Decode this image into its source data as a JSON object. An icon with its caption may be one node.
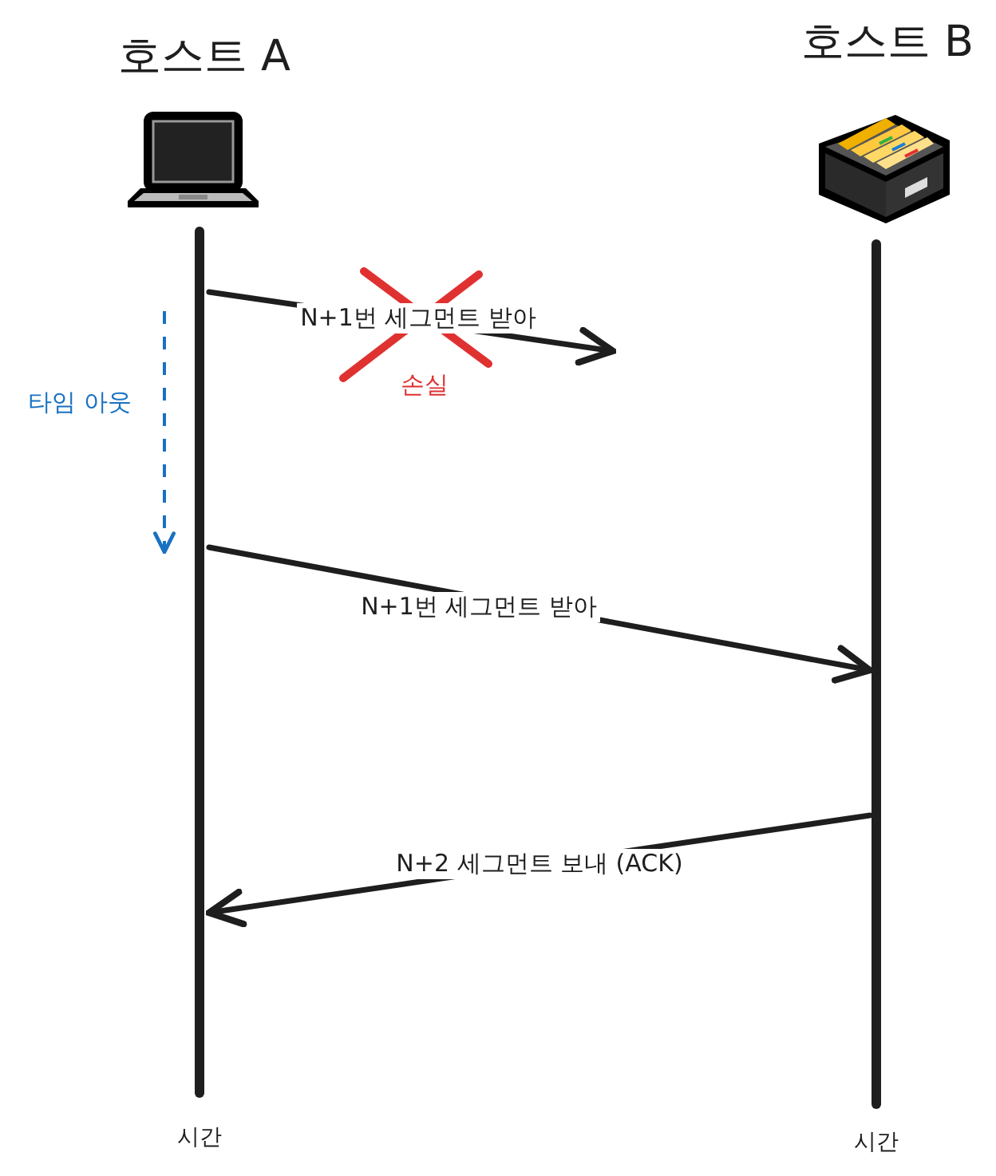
{
  "diagram": {
    "nodes": [
      {
        "text": [
          "호스트 A"
        ]
      },
      {
        "text": [
          "호스트 B"
        ]
      },
      {
        "text": [],
        "shape": "bar",
        "beside": [
          "시간"
        ]
      },
      {
        "text": [],
        "shape": "bar",
        "beside": [
          "시간"
        ]
      }
    ],
    "edges": [
      {
        "from": 2,
        "to": null,
        "arrow": "to",
        "label": "N+1번 세그먼트 받아"
      },
      {
        "from": 2,
        "to": 3,
        "arrow": "to",
        "label": "N+1번 세그먼트 받아"
      },
      {
        "from": 3,
        "to": 2,
        "arrow": "to",
        "label": "N+2 세그먼트 보내 (ACK)"
      }
    ],
    "labels": [
      "타임 아웃",
      "손실"
    ]
  }
}
